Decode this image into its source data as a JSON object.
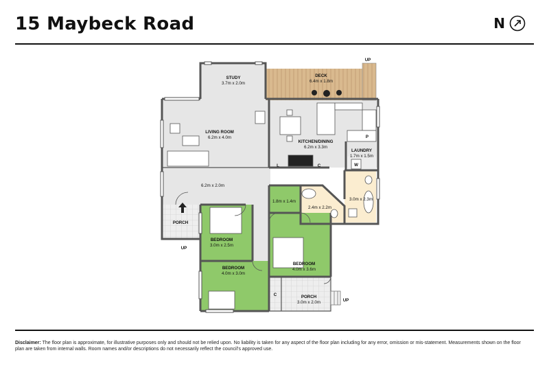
{
  "header": {
    "title": "15 Maybeck Road",
    "north_label": "N"
  },
  "rooms": {
    "study": {
      "name": "STUDY",
      "size": "3.7m x 2.0m"
    },
    "deck": {
      "name": "DECK",
      "size": "6.4m x 1.8m"
    },
    "living": {
      "name": "LIVING ROOM",
      "size": "6.2m x 4.0m"
    },
    "kitchen": {
      "name": "KITCHEN/DINING",
      "size": "6.2m x 3.3m"
    },
    "laundry": {
      "name": "LAUNDRY",
      "size": "1.7m x 1.5m"
    },
    "hall": {
      "size": "6.2m x 2.0m"
    },
    "wir": {
      "size": "1.8m x 1.4m"
    },
    "ensuite": {
      "size": "2.4m x 2.2m"
    },
    "bath": {
      "size": "3.0m x 2.3m"
    },
    "porch_side": {
      "name": "PORCH"
    },
    "bed1": {
      "name": "BEDROOM",
      "size": "3.0m x 2.5m"
    },
    "bed2": {
      "name": "BEDROOM",
      "size": "4.0m x 3.0m"
    },
    "bed3": {
      "name": "BEDROOM",
      "size": "4.0m x 3.6m"
    },
    "porch_front": {
      "name": "PORCH",
      "size": "3.0m x 2.0m"
    }
  },
  "markers": {
    "up_deck": "UP",
    "up_side": "UP",
    "up_front": "UP",
    "linen": "L",
    "cupboard_k": "C",
    "cupboard_p": "C",
    "washer": "W",
    "pantry": "P"
  },
  "colors": {
    "bedroom": "#8fc96a",
    "wet": "#fbedd0",
    "deck": "#d9b98e",
    "wall": "#555555",
    "floor": "#e6e6e6"
  },
  "disclaimer": {
    "label": "Disclaimer:",
    "text": "The floor plan is approximate, for illustrative purposes only and should not be relied upon. No liability is taken for any aspect of the floor plan including for any error, omission or mis-statement. Measurements shown on the floor plan are taken from internal walls. Room names and/or descriptions do not necessarily reflect the council's approved use."
  }
}
